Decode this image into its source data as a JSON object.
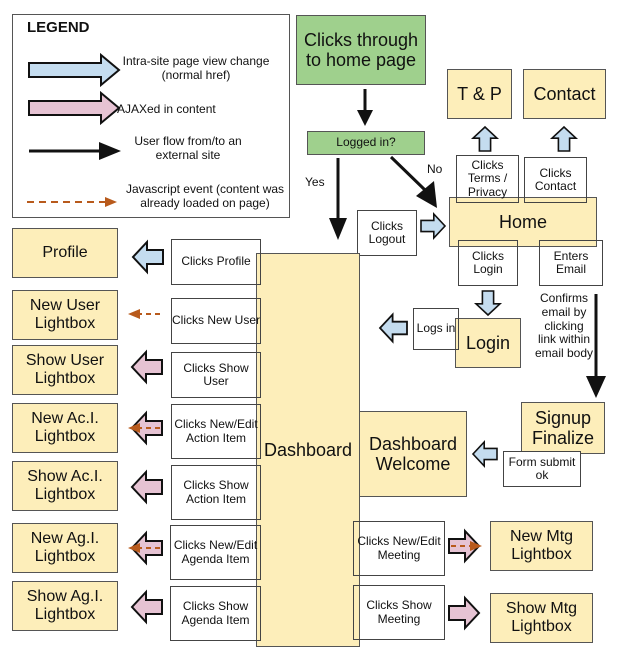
{
  "legend": {
    "title": "LEGEND",
    "items": [
      {
        "icon": "blue-block-arrow-icon",
        "label": "Intra-site page view change (normal href)"
      },
      {
        "icon": "pink-block-arrow-icon",
        "label": "AJAXed in content"
      },
      {
        "icon": "black-arrow-icon",
        "label": "User flow from/to an external site"
      },
      {
        "icon": "dashed-orange-arrow-icon",
        "label": "Javascript event (content was already loaded on page)"
      }
    ]
  },
  "colors": {
    "page_box": "#fdeeba",
    "start_box": "#9fd08d",
    "intra_site_arrow": "#c4dcef",
    "ajax_arrow": "#e6c3d3",
    "js_event_arrow": "#b85a1c"
  },
  "nodes": {
    "start": "Clicks through to home page",
    "decision": "Logged in?",
    "yes": "Yes",
    "no": "No",
    "tp": "T & P",
    "contact": "Contact",
    "home": "Home",
    "login": "Login",
    "signup": "Signup Finalize",
    "dashboard": "Dashboard",
    "dashboard_welcome": "Dashboard Welcome",
    "profile": "Profile",
    "new_user": "New User Lightbox",
    "show_user": "Show User Lightbox",
    "new_aci": "New Ac.I. Lightbox",
    "show_aci": "Show Ac.I. Lightbox",
    "new_agi": "New Ag.I. Lightbox",
    "show_agi": "Show Ag.I. Lightbox",
    "new_mtg": "New Mtg Lightbox",
    "show_mtg": "Show Mtg Lightbox"
  },
  "actions": {
    "terms": "Clicks Terms / Privacy",
    "contact": "Clicks Contact",
    "logout": "Clicks Logout",
    "login": "Clicks Login",
    "email": "Enters Email",
    "confirm": "Confirms email by clicking link within email body",
    "logs_in": "Logs in",
    "form_ok": "Form submit ok",
    "profile": "Clicks Profile",
    "new_user": "Clicks New User",
    "show_user": "Clicks Show User",
    "new_aci": "Clicks New/Edit Action Item",
    "show_aci": "Clicks Show Action Item",
    "new_agi": "Clicks New/Edit Agenda Item",
    "show_agi": "Clicks Show Agenda Item",
    "new_mtg": "Clicks New/Edit Meeting",
    "show_mtg": "Clicks Show Meeting"
  }
}
